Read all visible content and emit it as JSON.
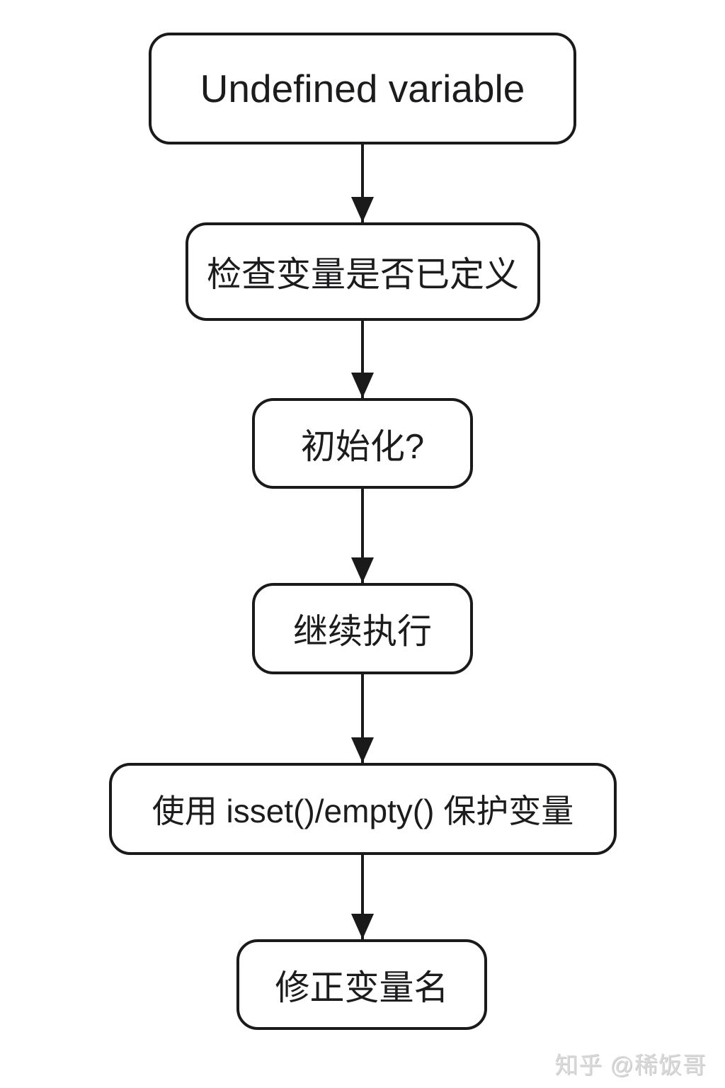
{
  "flowchart": {
    "type": "flowchart",
    "direction": "top-down",
    "nodes": [
      {
        "id": "start",
        "label": "Undefined variable"
      },
      {
        "id": "check-defined",
        "label": "检查变量是否已定义"
      },
      {
        "id": "initialized",
        "label": "初始化?"
      },
      {
        "id": "continue",
        "label": "继续执行"
      },
      {
        "id": "protect",
        "label": "使用 isset()/empty() 保护变量"
      },
      {
        "id": "fix-name",
        "label": "修正变量名"
      }
    ],
    "edges": [
      {
        "from": "start",
        "to": "check-defined"
      },
      {
        "from": "check-defined",
        "to": "initialized"
      },
      {
        "from": "initialized",
        "to": "continue"
      },
      {
        "from": "continue",
        "to": "protect"
      },
      {
        "from": "protect",
        "to": "fix-name"
      }
    ],
    "colors": {
      "stroke": "#1a1a1a",
      "text": "#1c1c1e",
      "node_fill": "#ffffff",
      "background": "#ffffff"
    }
  },
  "watermark": {
    "text": "知乎 @稀饭哥",
    "color": "#d9d9d9"
  }
}
